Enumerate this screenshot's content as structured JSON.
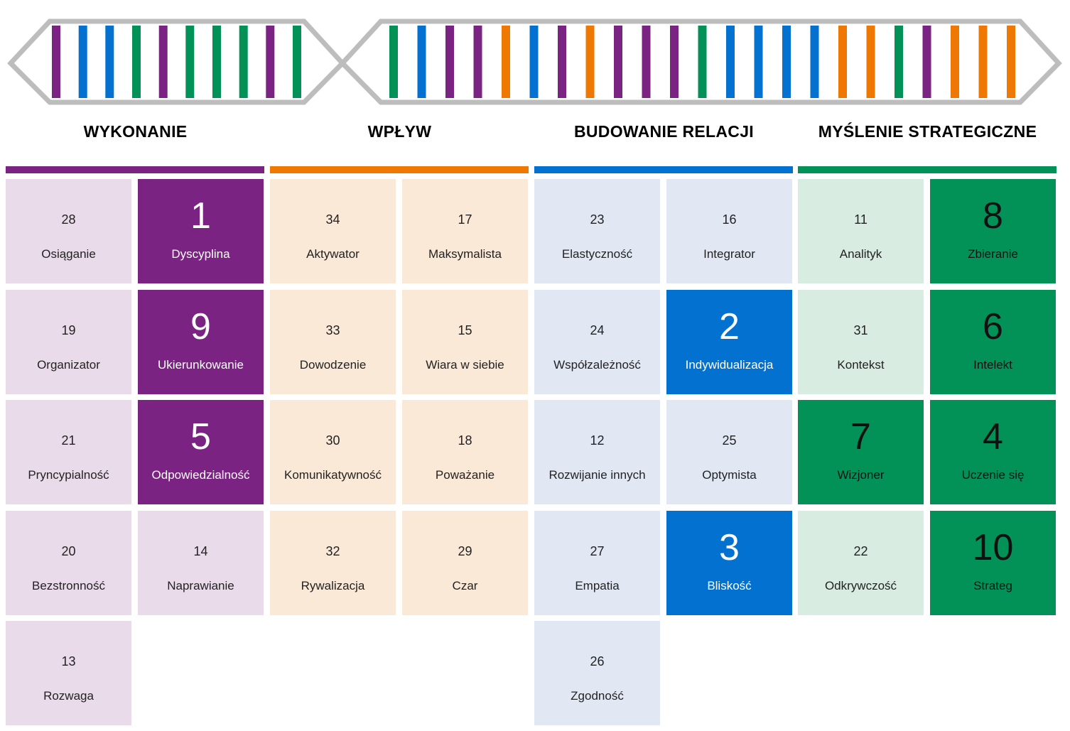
{
  "colors": {
    "purple": "#7b2382",
    "orange": "#ee7802",
    "blue": "#0271cf",
    "green": "#029258",
    "purple_light": "#eadbeb",
    "orange_light": "#fbe9d7",
    "blue_light": "#e1e8f4",
    "green_light": "#d8ece2",
    "outline": "#bdbdbd"
  },
  "dna": {
    "left_stripes": [
      "purple",
      "blue",
      "blue",
      "green",
      "purple",
      "green",
      "green",
      "green",
      "purple",
      "green"
    ],
    "right_stripes": [
      "green",
      "blue",
      "purple",
      "purple",
      "orange",
      "blue",
      "purple",
      "orange",
      "purple",
      "purple",
      "purple",
      "green",
      "blue",
      "blue",
      "blue",
      "blue",
      "orange",
      "orange",
      "green",
      "purple",
      "orange",
      "orange",
      "orange"
    ]
  },
  "domains": [
    {
      "title": "WYKONANIE",
      "color": "purple",
      "themes": [
        {
          "rank": "28",
          "name": "Osiąganie",
          "top": false,
          "col": 0,
          "row": 0
        },
        {
          "rank": "1",
          "name": "Dyscyplina",
          "top": true,
          "col": 1,
          "row": 0
        },
        {
          "rank": "19",
          "name": "Organizator",
          "top": false,
          "col": 0,
          "row": 1
        },
        {
          "rank": "9",
          "name": "Ukierunkowanie",
          "top": true,
          "col": 1,
          "row": 1
        },
        {
          "rank": "21",
          "name": "Pryncypialność",
          "top": false,
          "col": 0,
          "row": 2
        },
        {
          "rank": "5",
          "name": "Odpowiedzialność",
          "top": true,
          "col": 1,
          "row": 2
        },
        {
          "rank": "20",
          "name": "Bezstronność",
          "top": false,
          "col": 0,
          "row": 3
        },
        {
          "rank": "14",
          "name": "Naprawianie",
          "top": false,
          "col": 1,
          "row": 3
        },
        {
          "rank": "13",
          "name": "Rozwaga",
          "top": false,
          "col": 0,
          "row": 4
        }
      ]
    },
    {
      "title": "WPŁYW",
      "color": "orange",
      "themes": [
        {
          "rank": "34",
          "name": "Aktywator",
          "top": false,
          "col": 0,
          "row": 0
        },
        {
          "rank": "17",
          "name": "Maksymalista",
          "top": false,
          "col": 1,
          "row": 0
        },
        {
          "rank": "33",
          "name": "Dowodzenie",
          "top": false,
          "col": 0,
          "row": 1
        },
        {
          "rank": "15",
          "name": "Wiara w siebie",
          "top": false,
          "col": 1,
          "row": 1
        },
        {
          "rank": "30",
          "name": "Komunikatywność",
          "top": false,
          "col": 0,
          "row": 2
        },
        {
          "rank": "18",
          "name": "Poważanie",
          "top": false,
          "col": 1,
          "row": 2
        },
        {
          "rank": "32",
          "name": "Rywalizacja",
          "top": false,
          "col": 0,
          "row": 3
        },
        {
          "rank": "29",
          "name": "Czar",
          "top": false,
          "col": 1,
          "row": 3
        }
      ]
    },
    {
      "title": "BUDOWANIE RELACJI",
      "color": "blue",
      "themes": [
        {
          "rank": "23",
          "name": "Elastyczność",
          "top": false,
          "col": 0,
          "row": 0
        },
        {
          "rank": "16",
          "name": "Integrator",
          "top": false,
          "col": 1,
          "row": 0
        },
        {
          "rank": "24",
          "name": "Współzależność",
          "top": false,
          "col": 0,
          "row": 1
        },
        {
          "rank": "2",
          "name": "Indywidualizacja",
          "top": true,
          "col": 1,
          "row": 1
        },
        {
          "rank": "12",
          "name": "Rozwijanie innych",
          "top": false,
          "col": 0,
          "row": 2
        },
        {
          "rank": "25",
          "name": "Optymista",
          "top": false,
          "col": 1,
          "row": 2
        },
        {
          "rank": "27",
          "name": "Empatia",
          "top": false,
          "col": 0,
          "row": 3
        },
        {
          "rank": "3",
          "name": "Bliskość",
          "top": true,
          "col": 1,
          "row": 3
        },
        {
          "rank": "26",
          "name": "Zgodność",
          "top": false,
          "col": 0,
          "row": 4
        }
      ]
    },
    {
      "title": "MYŚLENIE STRATEGICZNE",
      "color": "green",
      "themes": [
        {
          "rank": "11",
          "name": "Analityk",
          "top": false,
          "col": 0,
          "row": 0
        },
        {
          "rank": "8",
          "name": "Zbieranie",
          "top": true,
          "col": 1,
          "row": 0
        },
        {
          "rank": "31",
          "name": "Kontekst",
          "top": false,
          "col": 0,
          "row": 1
        },
        {
          "rank": "6",
          "name": "Intelekt",
          "top": true,
          "col": 1,
          "row": 1
        },
        {
          "rank": "7",
          "name": "Wizjoner",
          "top": true,
          "col": 0,
          "row": 2
        },
        {
          "rank": "4",
          "name": "Uczenie się",
          "top": true,
          "col": 1,
          "row": 2
        },
        {
          "rank": "22",
          "name": "Odkrywczość",
          "top": false,
          "col": 0,
          "row": 3
        },
        {
          "rank": "10",
          "name": "Strateg",
          "top": true,
          "col": 1,
          "row": 3
        }
      ]
    }
  ]
}
